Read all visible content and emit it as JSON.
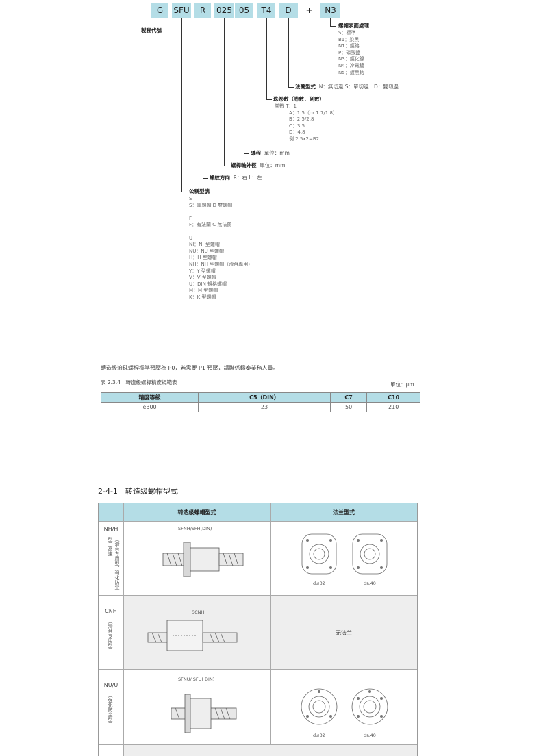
{
  "code_boxes": [
    "G",
    "SFU",
    "R",
    "025",
    "05",
    "T4",
    "D",
    "+",
    "N3"
  ],
  "code_label": "製程代號",
  "surface": {
    "title": "螺帽表面處理",
    "options": [
      "S：標準",
      "B1：染黑",
      "N1：鍍鉻",
      "P：磷酸鹽",
      "N3：鍍化鎳",
      "N4：冷電鍍",
      "N5：鍍黑鉻"
    ]
  },
  "flange": {
    "title": "法蘭型式",
    "desc": "N：無切邊 S：單切邊　D：雙切邊"
  },
  "ball": {
    "title": "珠卷數（卷數．列數）",
    "options": [
      "卷數 T：1",
      "A：1.5（or 1.7/1.8）",
      "B：2.5/2.8",
      "C：3.5",
      "D：4.8",
      "例 2.5x2=B2"
    ]
  },
  "lead": {
    "title": "導程",
    "unit": "單位：mm"
  },
  "shaft": {
    "title": "螺桿軸外徑",
    "unit": "單位：mm"
  },
  "thread": {
    "title": "螺紋方向",
    "desc": "R：右 L：左"
  },
  "model": {
    "title": "公稱型號",
    "options": [
      "S",
      "S：單螺帽 D 雙螺帽",
      "",
      "F",
      "F：有法蘭 C 無法蘭",
      "",
      "U",
      "NI：NI 型螺帽",
      "NU：NU 型螺帽",
      "H：H 型螺帽",
      "NH：NH 型螺帽（滑台專用）",
      "Y：Y 型螺帽",
      "V：V 型螺帽",
      "U：DIN 規格螺帽",
      "M：M 型螺帽",
      "K：K 型螺帽"
    ]
  },
  "note": "轉造級滾珠螺桿標準預壓為 P0，若需要 P1 預壓，請聯係鑄泰業務人員。",
  "table_caption": "表 2.3.4　轉造級螺桿精度規範表",
  "table_unit": "單位：μm",
  "table_headers": [
    "精度等級",
    "C5（DIN）",
    "C7",
    "C10"
  ],
  "table_rows": [
    [
      "e300",
      "23",
      "50",
      "210"
    ]
  ],
  "section_title": "2-4-1　转造级螺帽型式",
  "nut_table": {
    "headers": [
      "转造级螺帽型式",
      "法兰型式"
    ],
    "rows": [
      {
        "code": "NH/H",
        "desc": "（滑台专用型、强化防尘型）高速",
        "model": "SFNH/SFH(DIN)",
        "caption1": "d≤32",
        "caption2": "d≥40"
      },
      {
        "code": "CNH",
        "desc": "（滑台专用型）",
        "model": "SCNH",
        "flange_text": "无法兰"
      },
      {
        "code": "NU/U",
        "desc": "（强化防尘型）",
        "model": "SFNU/ SFU( DIN)",
        "caption1": "d≤32",
        "caption2": "d≥40"
      }
    ]
  }
}
